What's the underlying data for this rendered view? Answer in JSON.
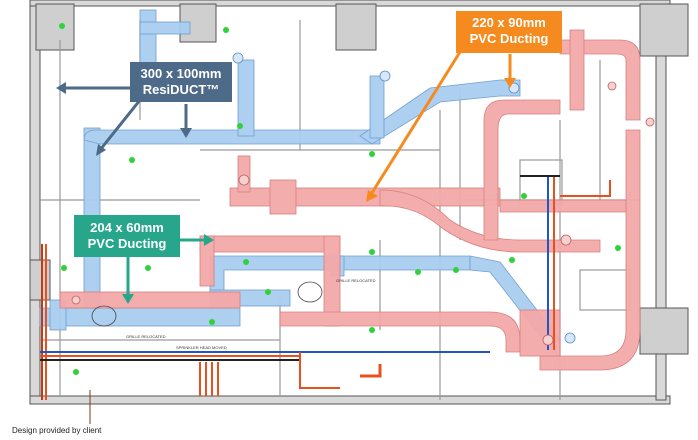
{
  "callouts": {
    "residuct": {
      "line1": "300 x 100mm",
      "line2": "ResiDUCT™"
    },
    "pvc_220": {
      "line1": "220 x 90mm",
      "line2": "PVC Ducting"
    },
    "pvc_204": {
      "line1": "204 x 60mm",
      "line2": "PVC Ducting"
    }
  },
  "annotations": {
    "grille_relocated_1": "GRILLE RELOCATED",
    "grille_relocated_2": "GRILLE RELOCATED",
    "sprinkler_head_moved": "SPRINKLER HEAD MOVED"
  },
  "credit": "Design provided by client",
  "colors": {
    "residuct_blue": "#a9cdf0",
    "pvc_pink": "#f4a9a9",
    "pipe_orange": "#e8501e",
    "residuct_callout": "#4d6a88",
    "pvc220_callout": "#f58a1f",
    "pvc204_callout": "#27a68c",
    "grille_green": "#2fd23a"
  }
}
